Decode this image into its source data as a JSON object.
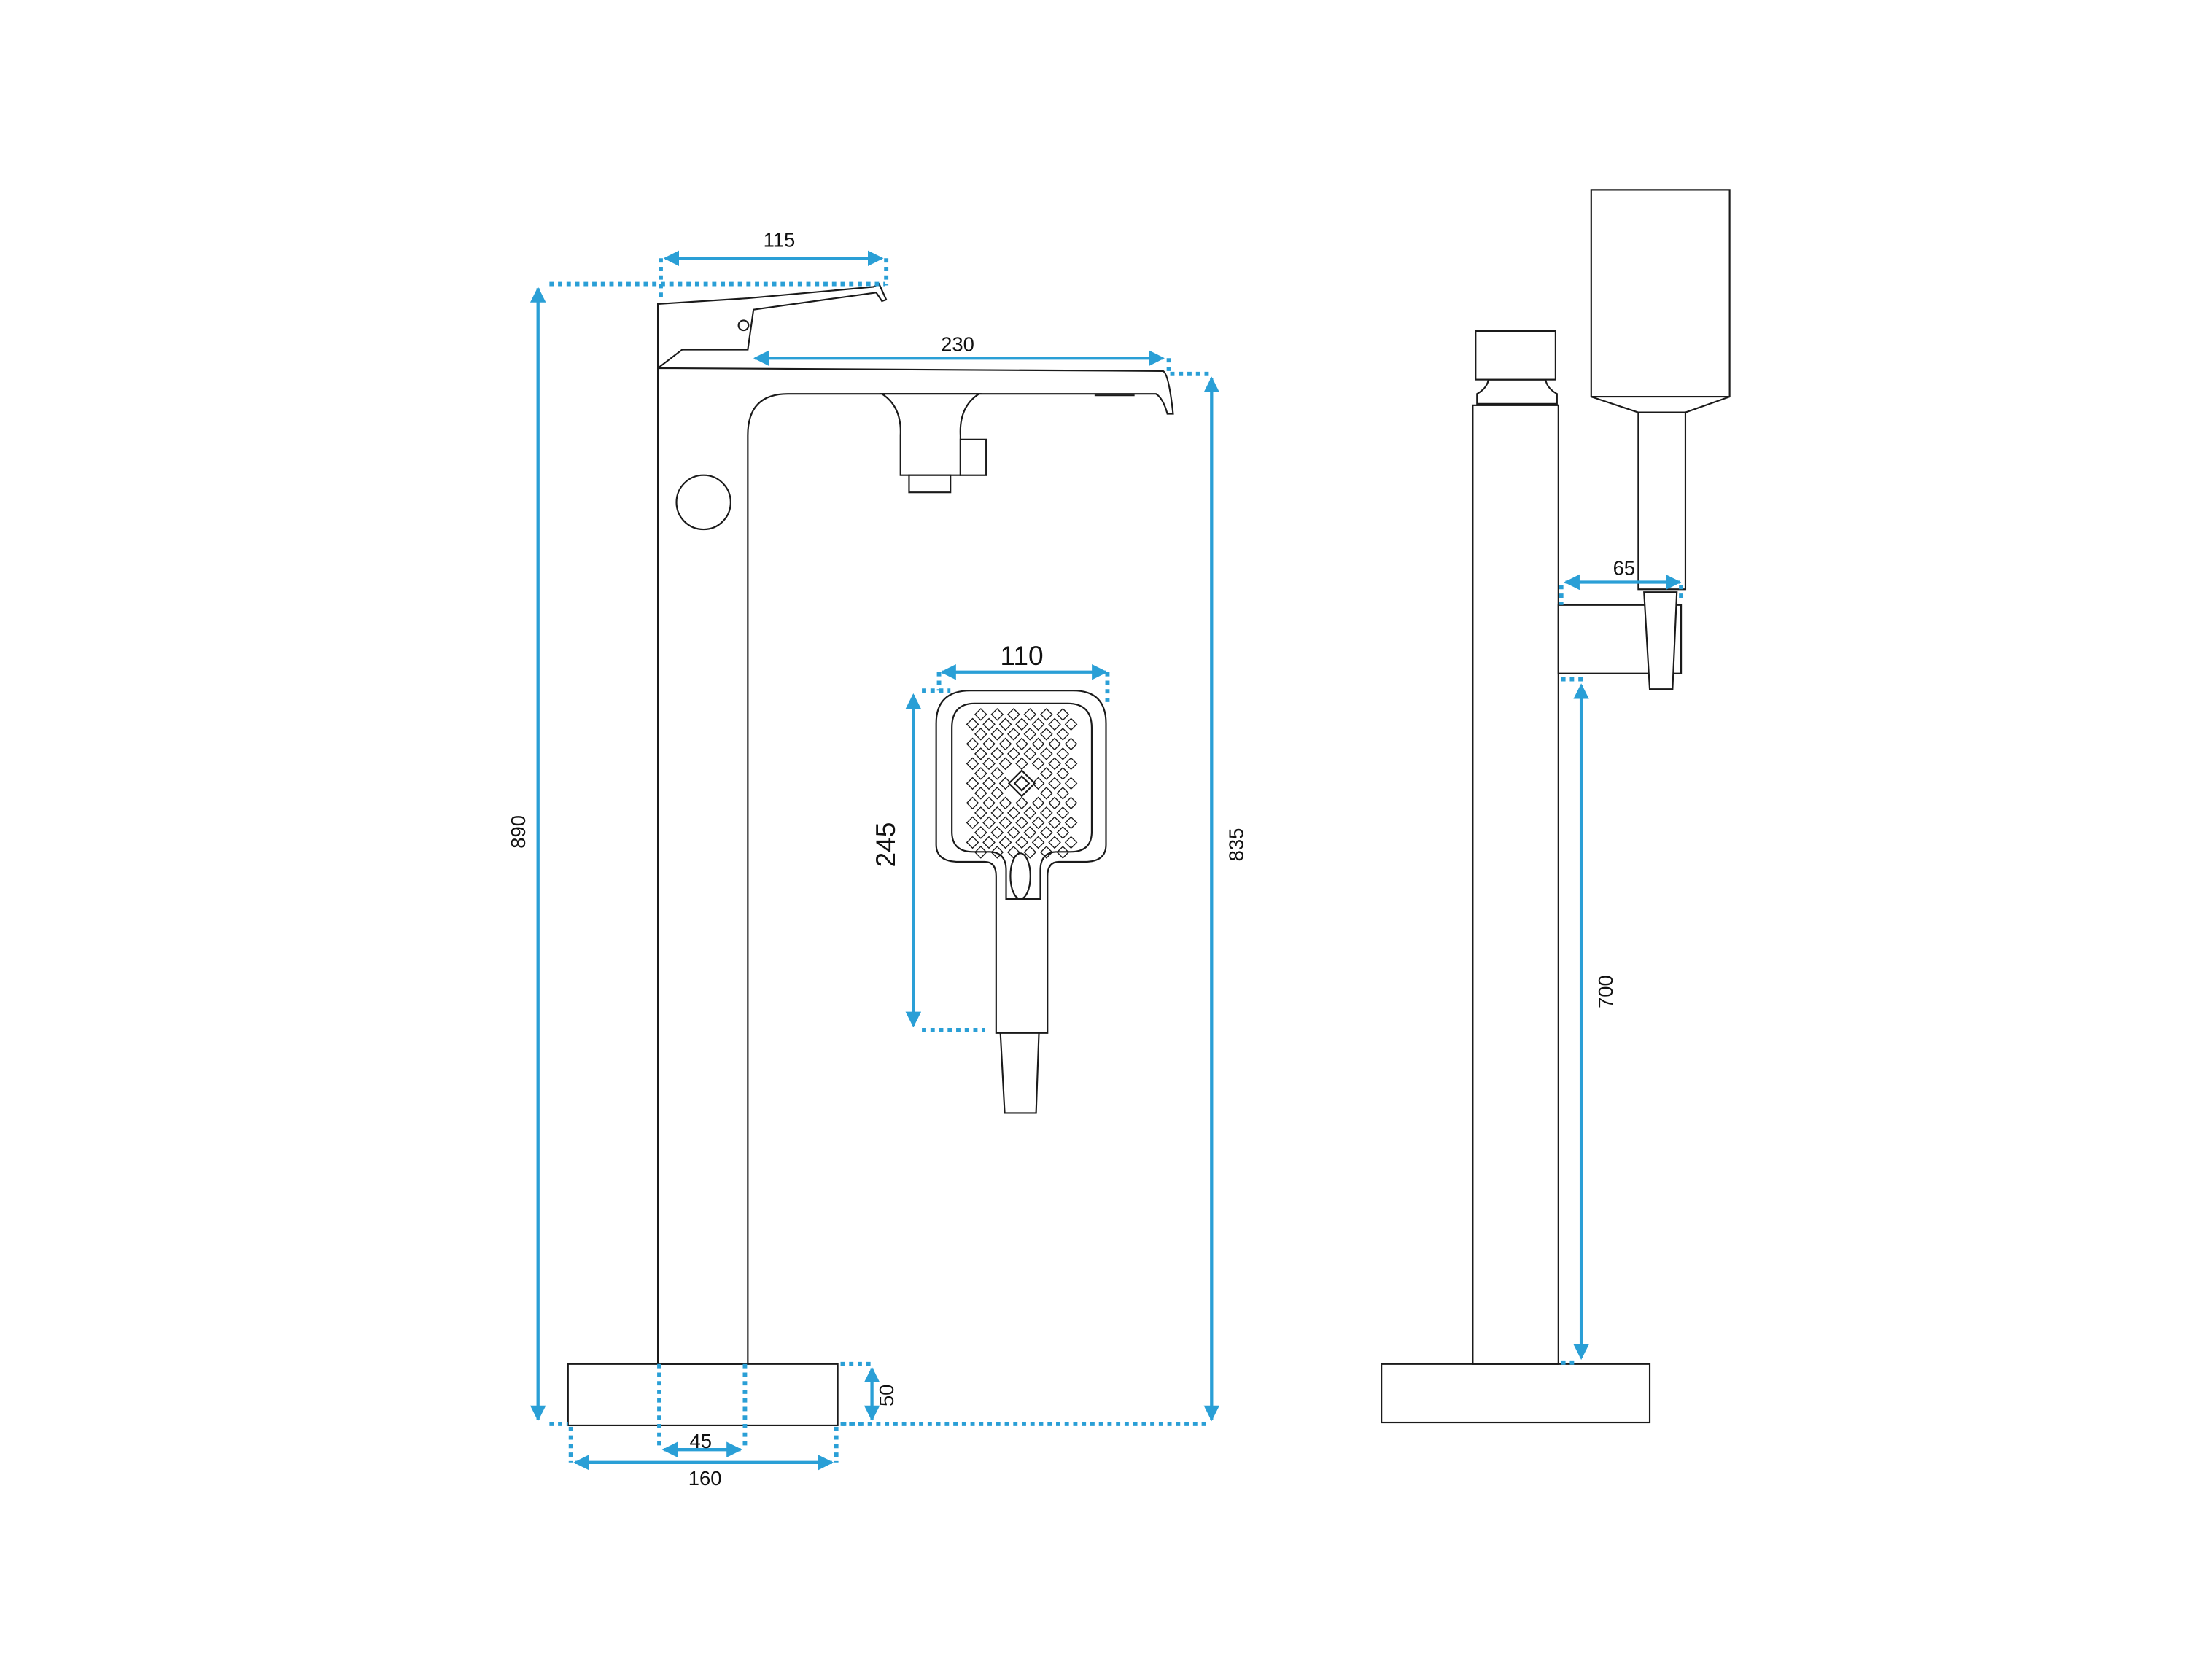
{
  "drawing": {
    "dimension_color": "#2a9fd6",
    "front_view": {
      "height_total": "890",
      "spout_height": "835",
      "lever_reach": "115",
      "spout_reach": "230",
      "base_height": "50",
      "column_width": "45",
      "base_width": "160"
    },
    "hand_shower": {
      "width": "110",
      "length": "245"
    },
    "side_view": {
      "holder_projection": "65",
      "holder_height": "700"
    }
  }
}
